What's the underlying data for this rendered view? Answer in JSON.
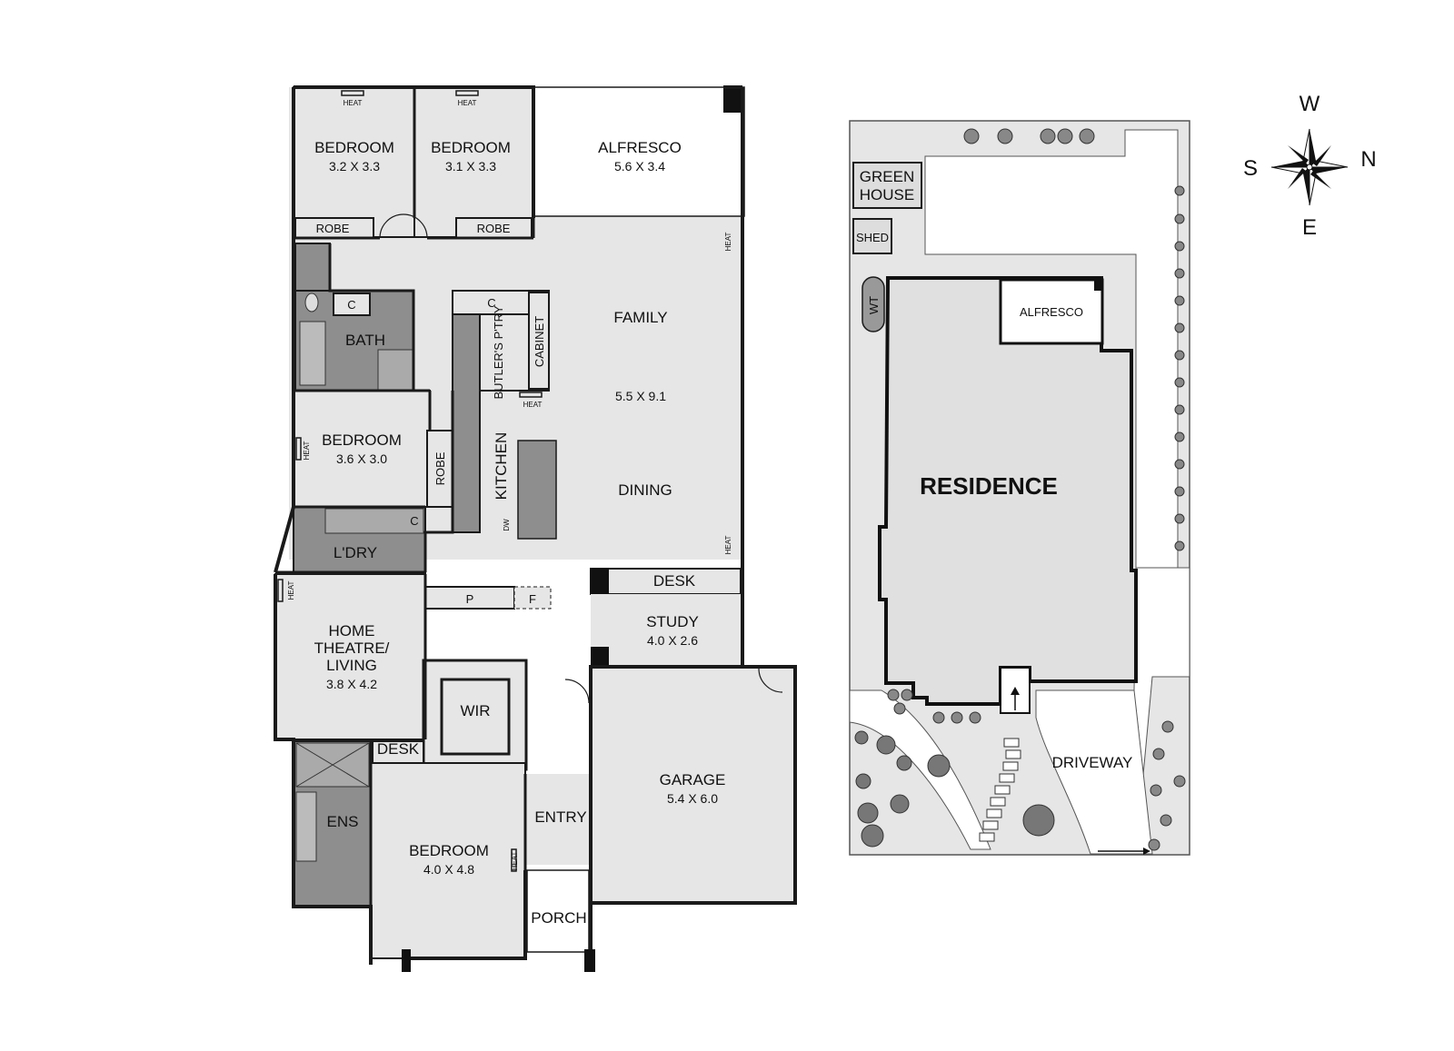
{
  "floorplan": {
    "rooms": {
      "bedroom_nw": {
        "name": "BEDROOM",
        "dims": "3.2 X 3.3"
      },
      "bedroom_n": {
        "name": "BEDROOM",
        "dims": "3.1 X 3.3"
      },
      "alfresco": {
        "name": "ALFRESCO",
        "dims": "5.6 X 3.4"
      },
      "robe_1": {
        "name": "ROBE"
      },
      "robe_2": {
        "name": "ROBE"
      },
      "robe_3": {
        "name": "ROBE"
      },
      "bath": {
        "name": "BATH"
      },
      "bedroom_w": {
        "name": "BEDROOM",
        "dims": "3.6 X 3.0"
      },
      "butlers_pantry": {
        "name": "BUTLER'S P'TRY"
      },
      "cabinet": {
        "name": "CABINET"
      },
      "kitchen": {
        "name": "KITCHEN"
      },
      "family": {
        "name": "FAMILY",
        "dims": "5.5 X 9.1"
      },
      "dining": {
        "name": "DINING"
      },
      "laundry": {
        "name": "L'DRY"
      },
      "desk_1": {
        "name": "DESK"
      },
      "desk_2": {
        "name": "DESK"
      },
      "study": {
        "name": "STUDY",
        "dims": "4.0 X 2.6"
      },
      "home_theatre": {
        "name": "HOME THEATRE/ LIVING",
        "dims": "3.8 X 4.2"
      },
      "wir": {
        "name": "WIR"
      },
      "garage": {
        "name": "GARAGE",
        "dims": "5.4 X 6.0"
      },
      "ens": {
        "name": "ENS"
      },
      "entry": {
        "name": "ENTRY"
      },
      "bedroom_main": {
        "name": "BEDROOM",
        "dims": "4.0 X 4.8"
      },
      "porch": {
        "name": "PORCH"
      }
    },
    "small_labels": {
      "heat": "HEAT",
      "cupboard": "C",
      "pantry": "P",
      "fridge": "F",
      "dishwasher": "DW"
    }
  },
  "siteplan": {
    "green_house": "GREEN HOUSE",
    "shed": "SHED",
    "water_tank": "WT",
    "alfresco": "ALFRESCO",
    "residence": "RESIDENCE",
    "driveway": "DRIVEWAY"
  },
  "compass": {
    "north": "N",
    "south": "S",
    "east": "E",
    "west": "W"
  }
}
